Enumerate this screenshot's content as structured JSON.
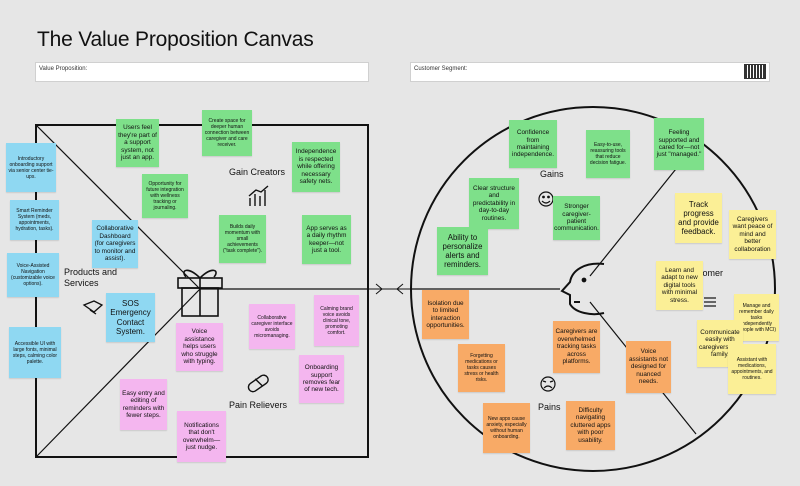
{
  "canvas": {
    "title": "The Value Proposition Canvas",
    "value_proposition_label": "Value Proposition:",
    "customer_segment_label": "Customer Segment:"
  },
  "sections": {
    "gain_creators": "Gain Creators",
    "products_services": "Products and Services",
    "pain_relievers": "Pain Relievers",
    "gains": "Gains",
    "pains": "Pains",
    "customer_jobs": "Customer Jobs"
  },
  "colors": {
    "products": "#8fd8f2",
    "gain_creators": "#7ee08a",
    "pain_relievers": "#f4b6ef",
    "pains": "#f8aa66",
    "jobs": "#fbef96"
  },
  "notes": {
    "products": [
      "Introductory onboarding support via senior center tie-ups.",
      "Smart Reminder System (meds, appointments, hydration, tasks).",
      "Collaborative Dashboard (for caregivers to monitor and assist).",
      "Voice-Assisted Navigation (customizable voice options).",
      "Accessible UI with large fonts, minimal steps, calming color palette."
    ],
    "gain_creators": [
      "Users feel they're part of a support system, not just an app.",
      "Create space for deeper human connection between caregiver and care receiver.",
      "Opportunity for future integration with wellness tracking or journaling.",
      "Independence is respected while offering necessary safety nets.",
      "Builds daily momentum with small achievements (\"task complete\").",
      "App serves as a daily rhythm keeper—not just a tool."
    ],
    "pain_relievers": [
      "Collaborative caregiver interface avoids micromanaging.",
      "Calming brand voice avoids clinical tone, promoting comfort.",
      "Voice assistance helps users who struggle with typing.",
      "Onboarding support removes fear of new tech.",
      "Easy entry and editing of reminders with fewer steps.",
      "Notifications that don't overwhelm—just nudge."
    ],
    "gains": [
      "Confidence from maintaining independence.",
      "Easy-to-use, reassuring tools that reduce decision fatigue.",
      "Feeling supported and cared for—not just \"managed.\"",
      "Clear structure and predictability in day-to-day routines.",
      "Stronger caregiver-patient communication.",
      "Ability to personalize alerts and reminders."
    ],
    "pains": [
      "Isolation due to limited interaction opportunities.",
      "Caregivers are overwhelmed tracking tasks across platforms.",
      "Forgetting medications or tasks causes stress or health risks.",
      "Voice assistants not designed for nuanced needs.",
      "New apps cause anxiety, especially without human onboarding.",
      "Difficulty navigating cluttered apps with poor usability."
    ],
    "jobs": [
      "Track progress and provide feedback.",
      "Caregivers want peace of mind and better collaboration",
      "Learn and adapt to new digital tools with minimal stress.",
      "Manage and remember daily tasks independently (people with MCI)",
      "Communicate easily with caregivers and family.",
      "Assistant with medications, appointments, and routines."
    ]
  },
  "product_card": "SOS Emergency Contact System."
}
